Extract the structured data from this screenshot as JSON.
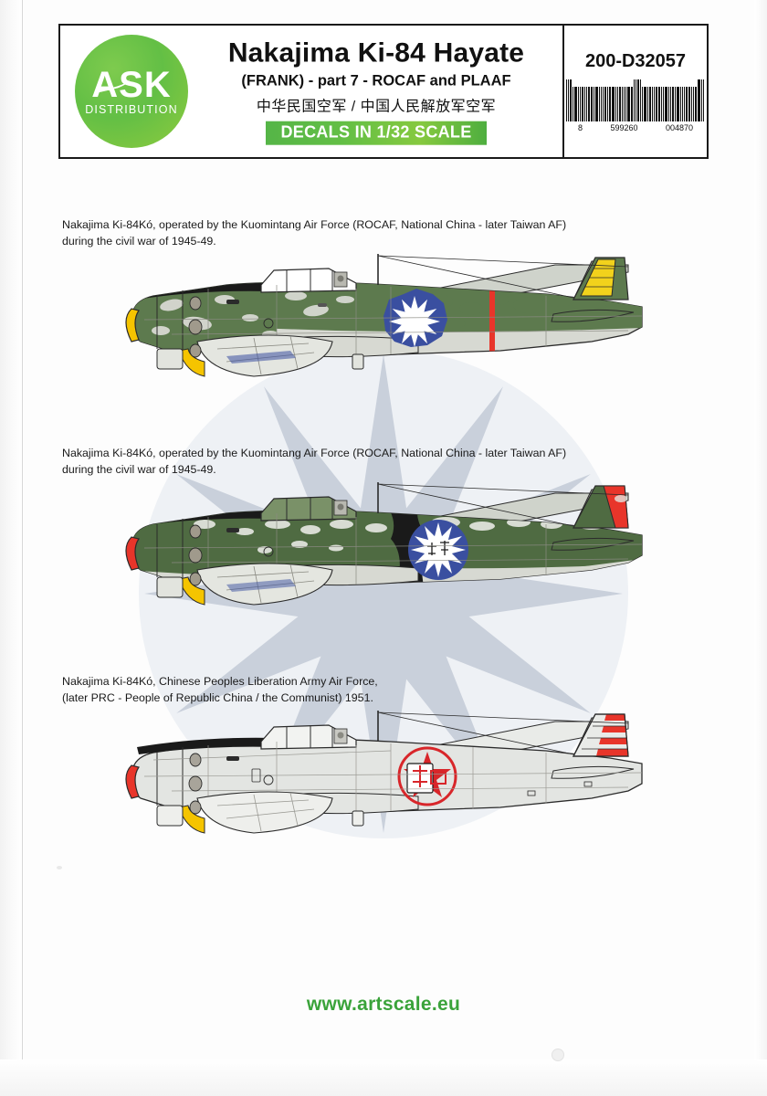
{
  "header": {
    "logo": {
      "brand": "ASK",
      "tagline": "DISTRIBUTION"
    },
    "title_main": "Nakajima Ki-84 Hayate",
    "title_sub": "(FRANK) - part 7 - ROCAF and PLAAF",
    "title_chinese": "中华民国空军 / 中国人民解放军空军",
    "scale_banner": "DECALS IN 1/32 SCALE",
    "product_code": "200-D32057",
    "barcode_digits_left": "8",
    "barcode_digits_mid": "599260",
    "barcode_digits_right": "004870"
  },
  "profiles": [
    {
      "caption": "Nakajima Ki-84Kó, operated by the Kuomintang Air Force (ROCAF, National China - later Taiwan AF)\nduring the civil war  of 1945-49.",
      "scheme": "green-mottle-over-grey",
      "spinner_color": "#f5c400",
      "rudder_color": "#f2d21c",
      "band_color": "#e8352a",
      "insignia": "rocaf-blue-sun-roundel"
    },
    {
      "caption": "Nakajima Ki-84Kó, operated by the Kuomintang Air Force (ROCAF, National China - later Taiwan AF)\nduring the civil war  of 1945-49.",
      "scheme": "dark-green-over-grey",
      "spinner_color": "#e8352a",
      "rudder_color": "#e8352a",
      "band_color": "#1a1a1a",
      "insignia": "rocaf-blue-sun-roundel-with-characters"
    },
    {
      "caption": "Nakajima Ki-84Kó, Chinese Peoples Liberation Army Air Force,\n(later PRC - People of Republic China / the Communist) 1951.",
      "scheme": "natural-metal",
      "spinner_color": "#e8352a",
      "rudder_color": "#e8352a",
      "band_color": "none",
      "insignia": "plaaf-red-star-roundel"
    }
  ],
  "footer": {
    "url": "www.artscale.eu"
  },
  "colors": {
    "brand_green": "#63bf45",
    "footer_green": "#3aa33a",
    "roundel_blue": "#3a4fa0",
    "insignia_red": "#d8262a",
    "camo_green": "#5d7a4e",
    "dark_camo_green": "#4f6b42",
    "airframe_grey": "#d7d9d2",
    "metal_grey": "#e3e5e2",
    "watermark_grey": "#ccd2dc"
  }
}
